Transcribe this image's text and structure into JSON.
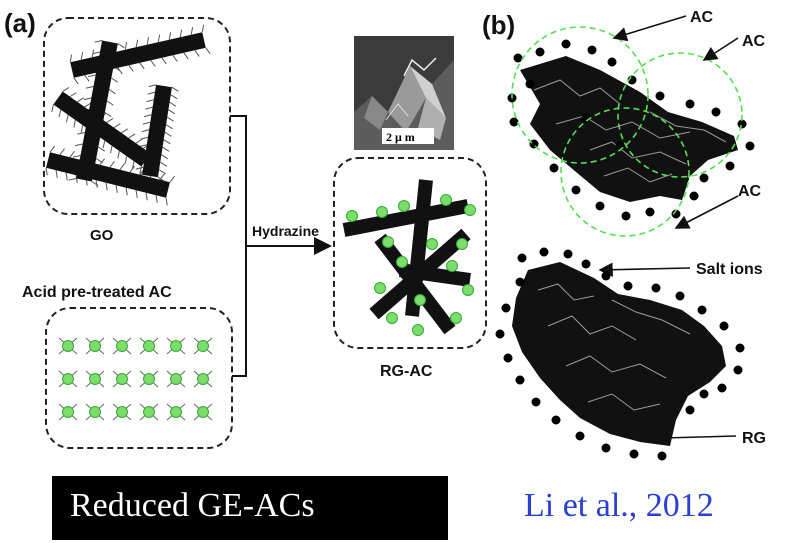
{
  "panel_a": {
    "label": "(a)",
    "go_label": "GO",
    "acid_label": "Acid pre-treated AC",
    "reagent_label": "Hydrazine",
    "product_label": "RG-AC",
    "sem_scale": "2 μ m"
  },
  "panel_b": {
    "label": "(b)",
    "ac_labels": [
      "AC",
      "AC",
      "AC"
    ],
    "salt_ions_label": "Salt ions",
    "rg_label": "RG"
  },
  "caption": {
    "box_text": "Reduced GE-ACs",
    "citation": "Li et al., 2012"
  },
  "colors": {
    "sheet": "#111111",
    "ac_particle": "#7ddc6a",
    "ac_outline": "#33aa33",
    "ac_circle": "#55dd55",
    "citation": "#2b3fd0",
    "caption_box": "#000000"
  }
}
